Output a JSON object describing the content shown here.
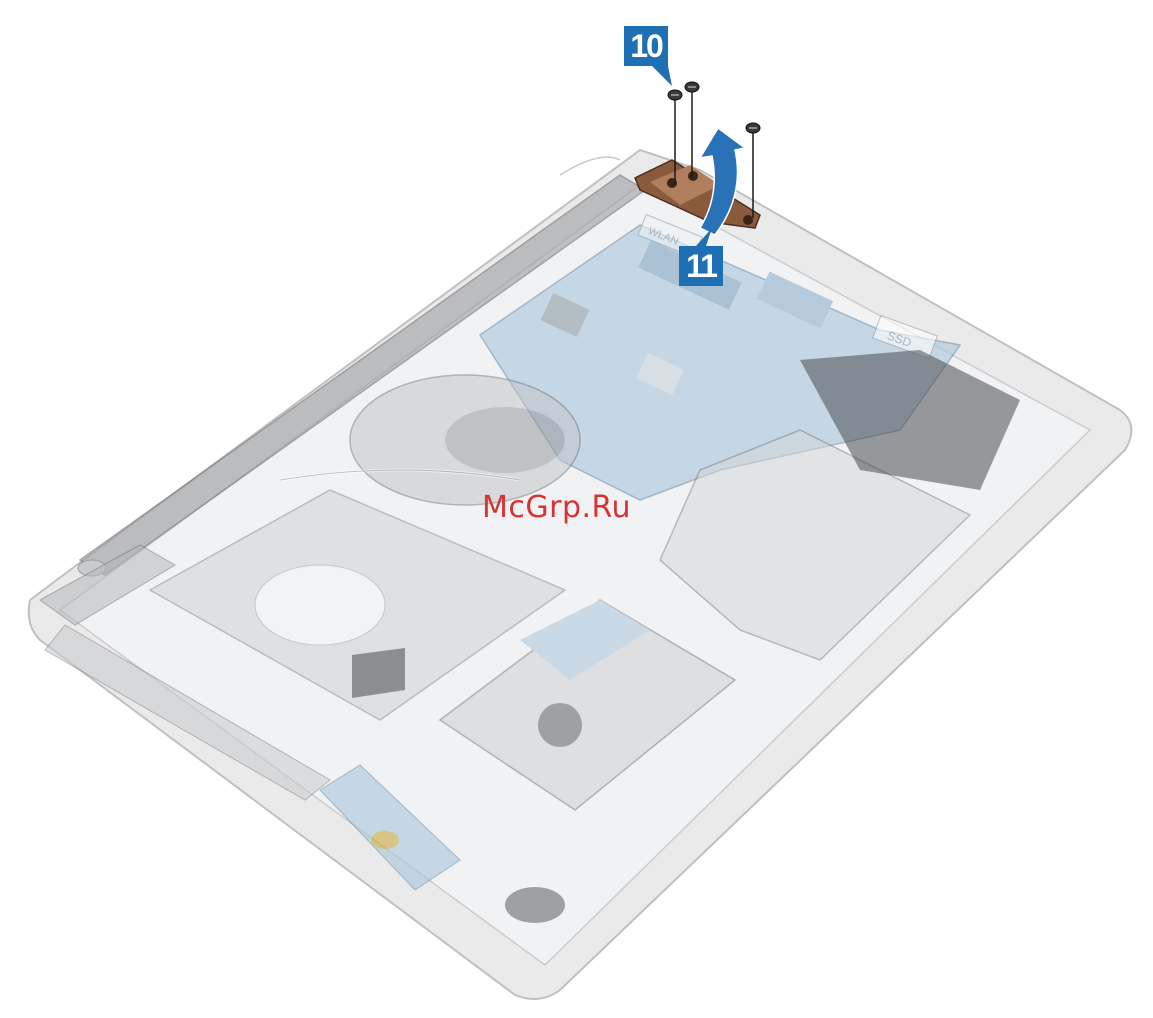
{
  "callouts": [
    {
      "number": "10",
      "color": "#1f6fb5"
    },
    {
      "number": "11",
      "color": "#1f6fb5"
    }
  ],
  "watermark": "McGrp.Ru",
  "board_labels": {
    "ssd": "SSD",
    "wlan": "WLAN"
  },
  "colors": {
    "callout_blue": "#1f6fb5",
    "arrow_blue": "#2a72b8",
    "hinge_bronze": "#8a5a3c",
    "watermark_red": "#d83232",
    "chassis_gray": "#c8c9cb",
    "board_blue": "#a9c6dc"
  },
  "icons": [
    "screw-icon",
    "rotation-arrow-icon"
  ]
}
